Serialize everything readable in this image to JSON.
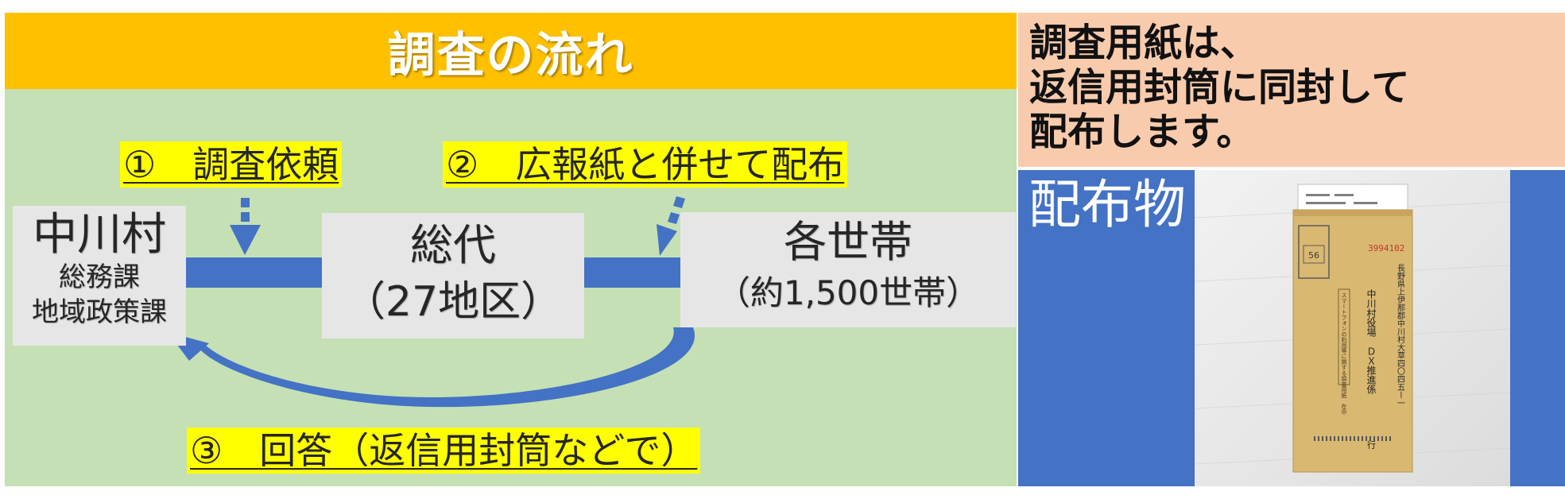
{
  "title": "調査の流れ",
  "steps": {
    "step1": "①　調査依頼",
    "step2": "②　広報紙と併せて配布",
    "step3": "③　回答（返信用封筒などで）"
  },
  "nodes": {
    "village": {
      "name": "中川村",
      "dept1": "総務課",
      "dept2": "地域政策課"
    },
    "representatives": {
      "name": "総代",
      "detail": "（27地区）"
    },
    "households": {
      "name": "各世帯",
      "detail": "（約1,500世帯）"
    }
  },
  "note": {
    "line1": "調査用紙は、",
    "line2": "返信用封筒に同封して",
    "line3": "配布します。"
  },
  "distribution": {
    "label": "配布物",
    "envelope": {
      "code": "3994102",
      "badge": "56",
      "address": "長野県上伊那郡中川村大草四〇四五ー一",
      "recipient": "中川村役場　ＤＸ推進係",
      "suffix": "行",
      "boxed_text": "スマートフォンの利用等に関する調査用紙　在中"
    }
  },
  "colors": {
    "title_band": "#ffc000",
    "panel_green": "#c5e0b4",
    "arrow_blue": "#4472c4",
    "node_gray": "#e7e6e6",
    "label_yellow": "#ffff00",
    "note_peach": "#f8cbad",
    "envelope_kraft": "#d9b872"
  }
}
